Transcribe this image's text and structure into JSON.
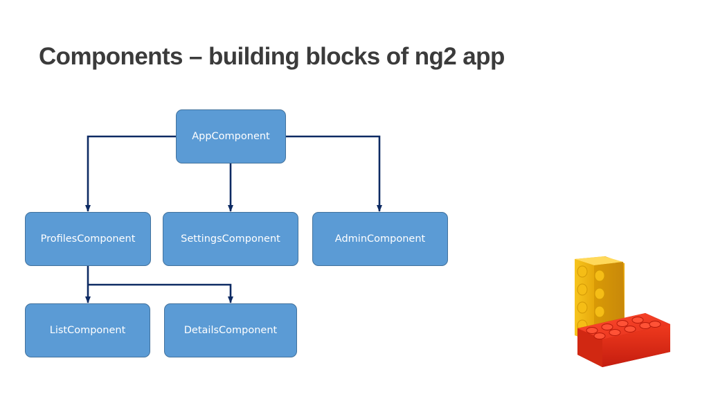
{
  "slide": {
    "title": "Components – building blocks of ng2 app"
  },
  "diagram": {
    "nodes": {
      "app": "AppComponent",
      "profiles": "ProfilesComponent",
      "settings": "SettingsComponent",
      "admin": "AdminComponent",
      "list": "ListComponent",
      "details": "DetailsComponent"
    },
    "edges": [
      [
        "app",
        "profiles"
      ],
      [
        "app",
        "settings"
      ],
      [
        "app",
        "admin"
      ],
      [
        "profiles",
        "list"
      ],
      [
        "profiles",
        "details"
      ]
    ]
  },
  "colors": {
    "node_fill": "#5b9bd5",
    "node_border": "#41719c",
    "connector": "#0d2a63",
    "title_text": "#3b3b3b"
  },
  "icons": {
    "decoration": "lego-bricks-icon"
  }
}
